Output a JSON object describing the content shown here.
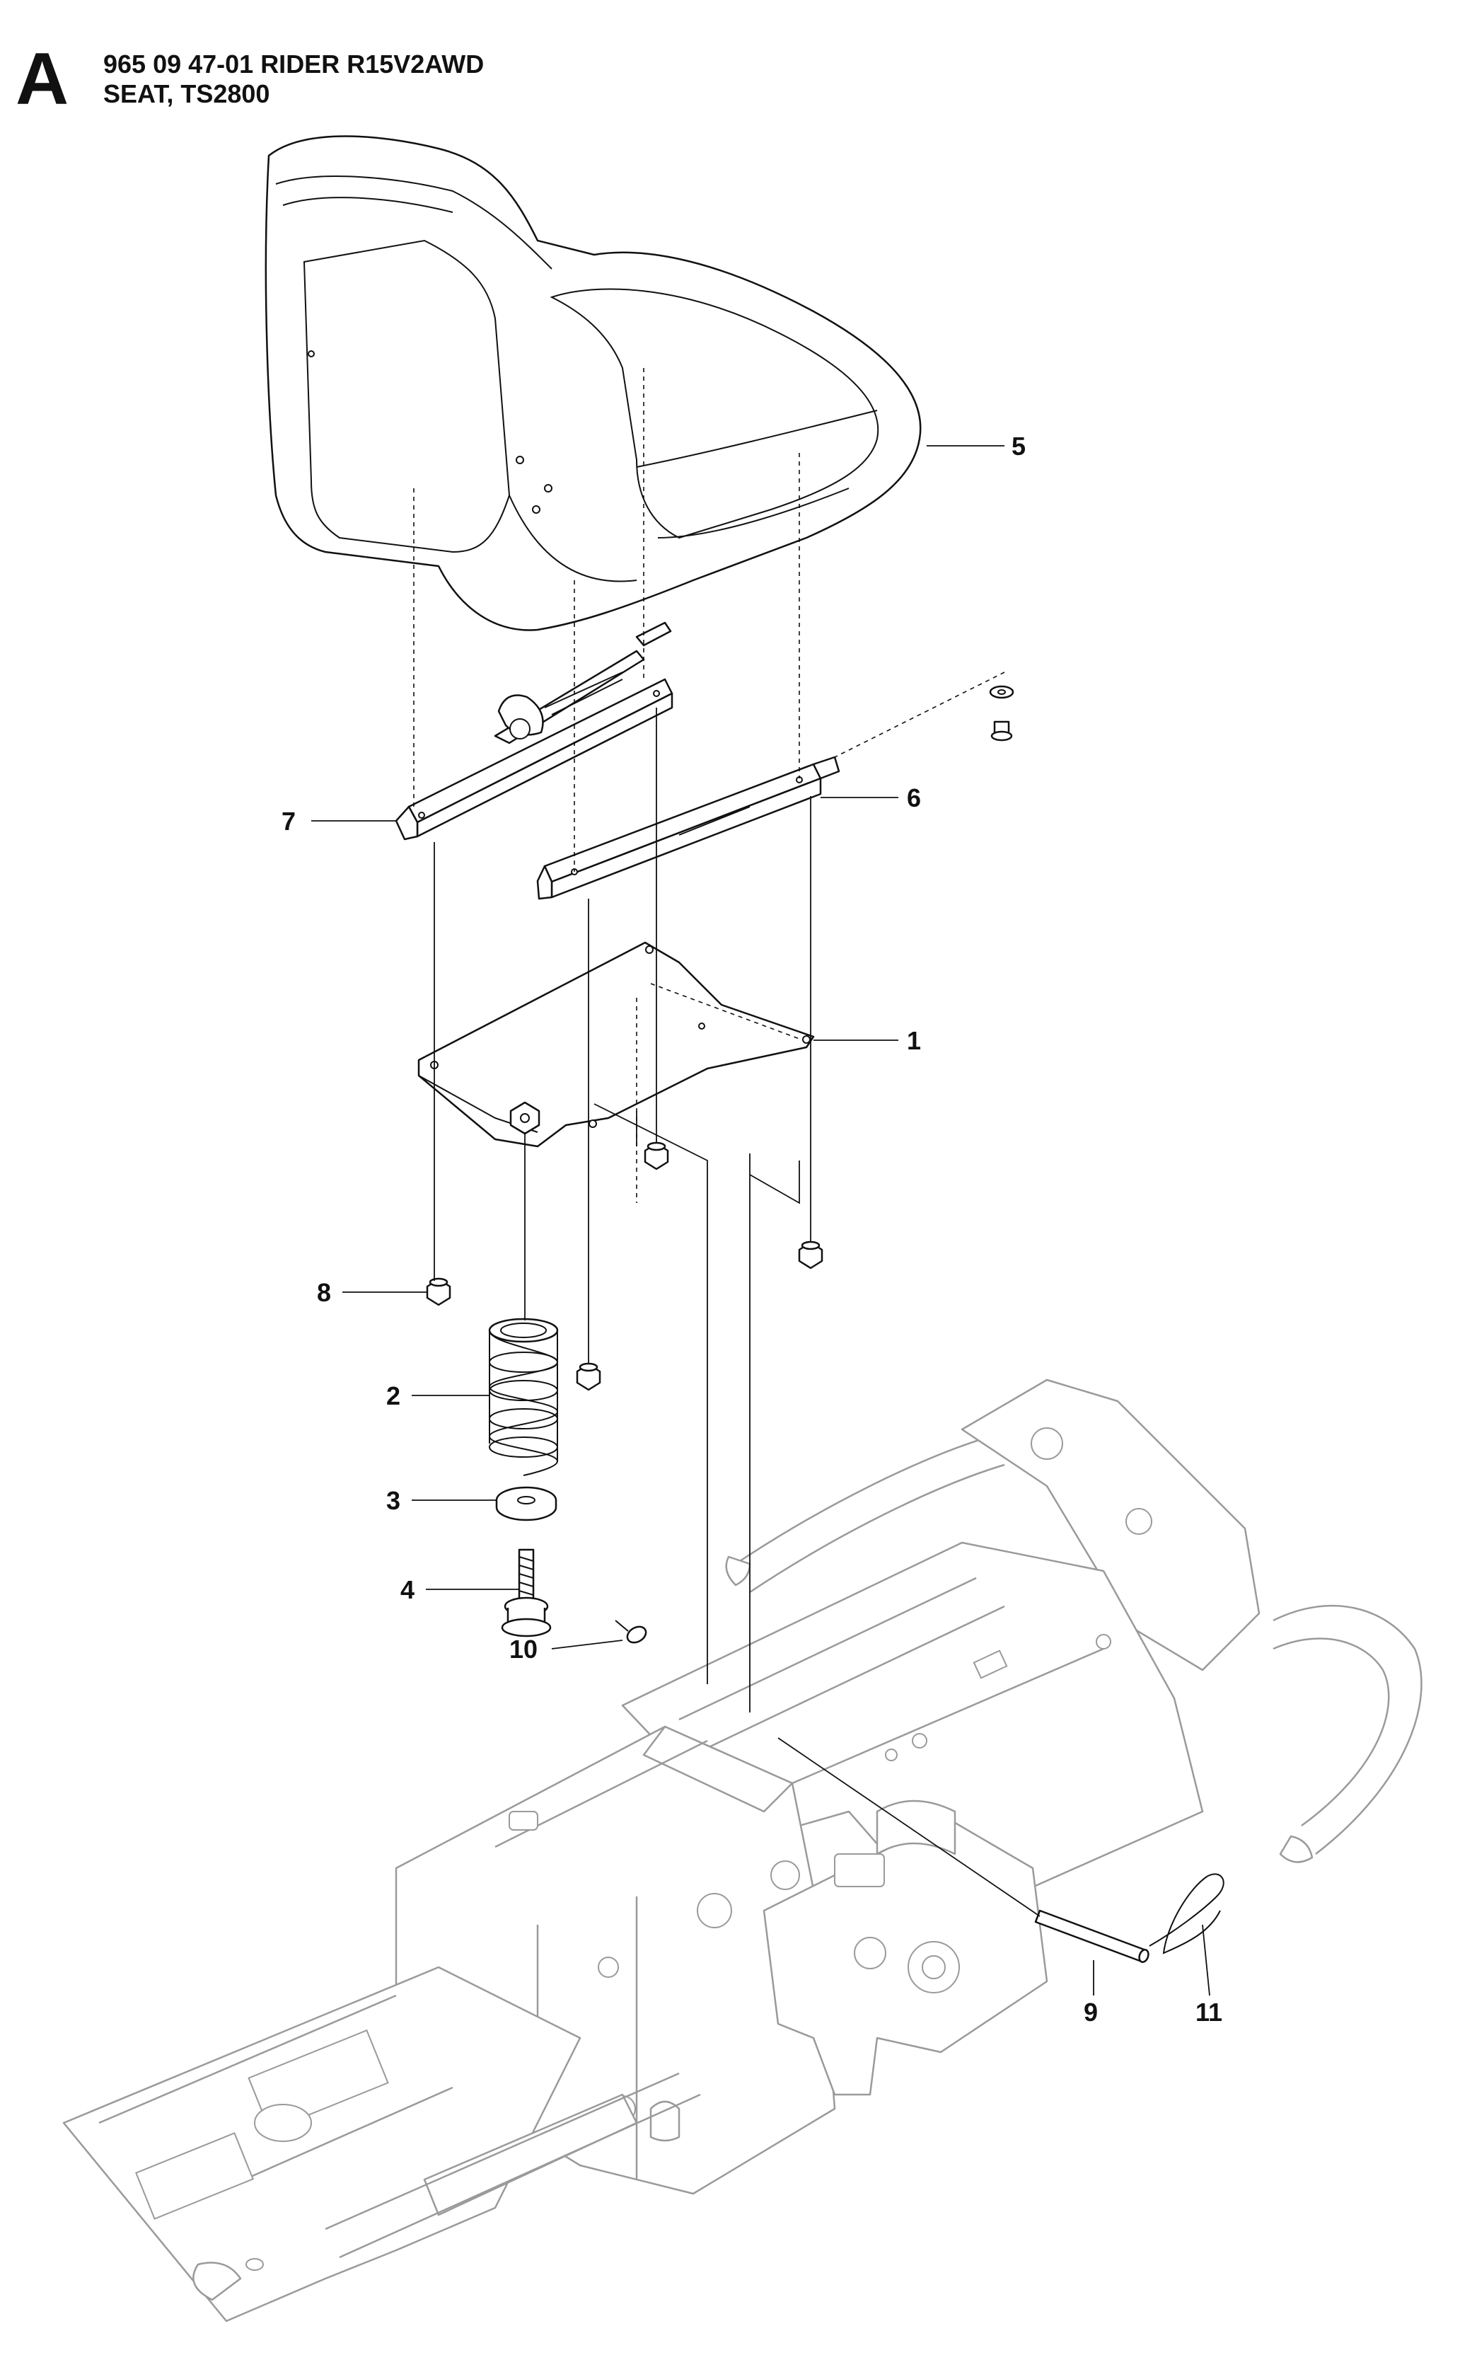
{
  "header": {
    "section_letter": "A",
    "line1": "965 09 47-01 RIDER R15V2AWD",
    "line2": "SEAT, TS2800"
  },
  "callouts": [
    {
      "id": "1",
      "label": "1"
    },
    {
      "id": "2",
      "label": "2"
    },
    {
      "id": "3",
      "label": "3"
    },
    {
      "id": "4",
      "label": "4"
    },
    {
      "id": "5",
      "label": "5"
    },
    {
      "id": "6",
      "label": "6"
    },
    {
      "id": "7",
      "label": "7"
    },
    {
      "id": "8",
      "label": "8"
    },
    {
      "id": "9",
      "label": "9"
    },
    {
      "id": "10",
      "label": "10"
    },
    {
      "id": "11",
      "label": "11"
    }
  ],
  "colors": {
    "line": "#111111",
    "frame_grey": "#9a9a9a",
    "background": "#ffffff"
  }
}
